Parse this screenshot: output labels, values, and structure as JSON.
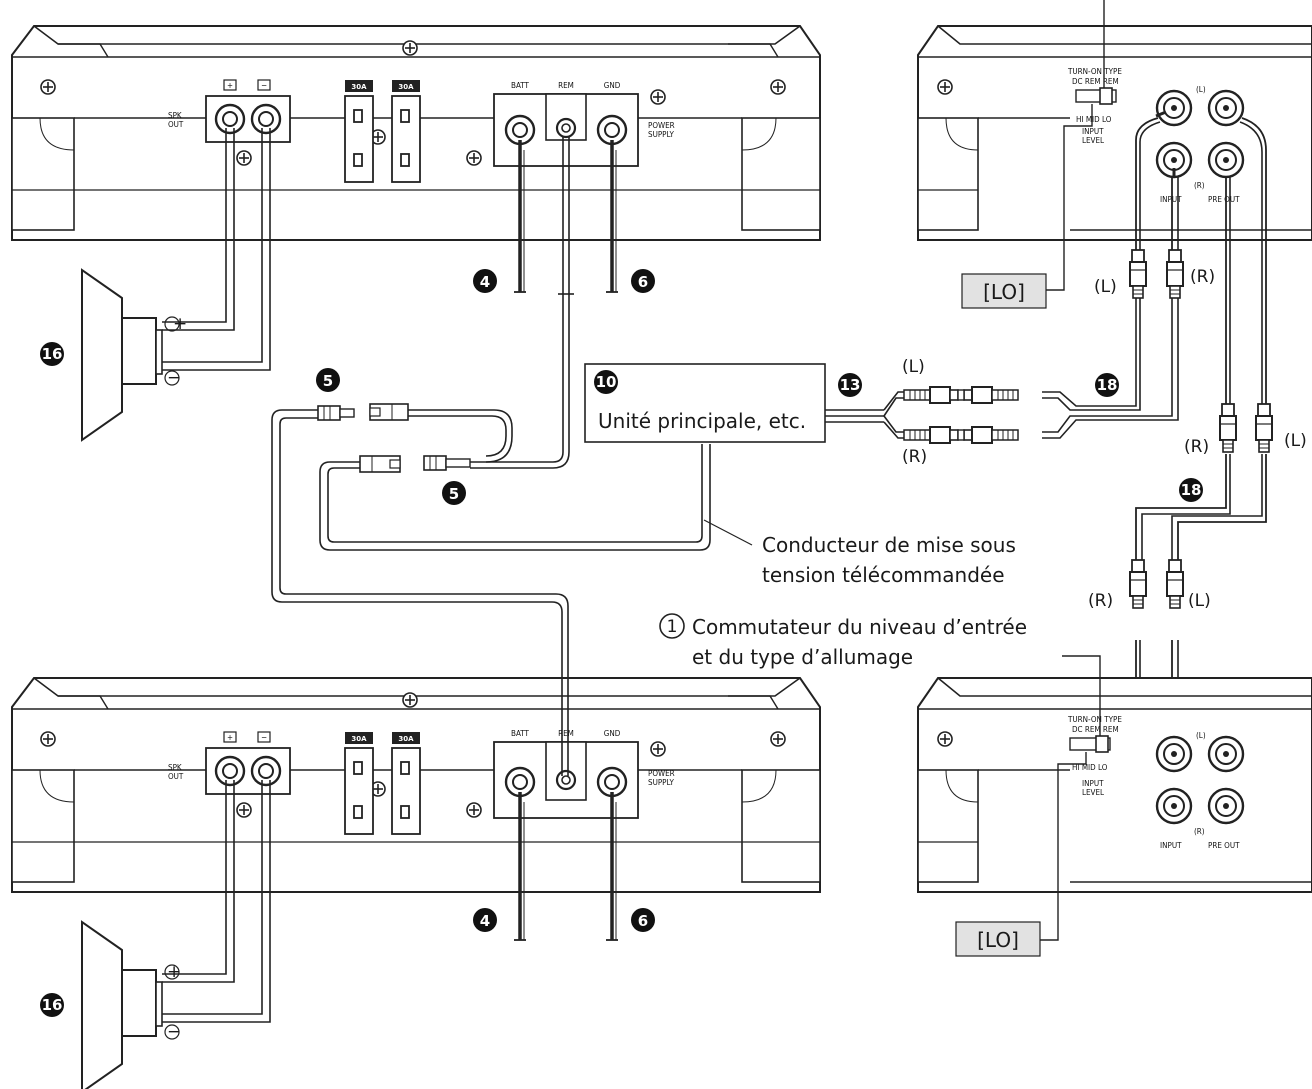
{
  "amp": {
    "spk_out": [
      "SPK",
      "OUT"
    ],
    "plus": "+",
    "minus": "−",
    "fuse": "30A",
    "batt": "BATT",
    "rem": "REM",
    "gnd": "GND",
    "power_supply": [
      "POWER",
      "SUPPLY"
    ]
  },
  "head": {
    "turn_on_type": "TURN-ON TYPE",
    "sw_top": "DC  REM  REM",
    "sw_bot": "HI   MID   LO",
    "input_level": [
      "INPUT",
      "LEVEL"
    ],
    "jack_l": "(L)",
    "jack_r": "(R)",
    "input": "INPUT",
    "pre_out": "PRE OUT"
  },
  "labels": {
    "lo": "[LO]",
    "main_unit": "Unité principale, etc.",
    "remote_lead": [
      "Conducteur de mise sous",
      "tension télécommandée"
    ],
    "switch_callout": [
      "Commutateur du niveau d’entrée",
      "et du type d’allumage"
    ],
    "circled_one": "1",
    "l": "(L)",
    "r": "(R)",
    "plus": "+",
    "minus": "−"
  },
  "badges": {
    "b4": "4",
    "b5": "5",
    "b6": "6",
    "b10": "10",
    "b13": "13",
    "b16": "16",
    "b18": "18"
  }
}
